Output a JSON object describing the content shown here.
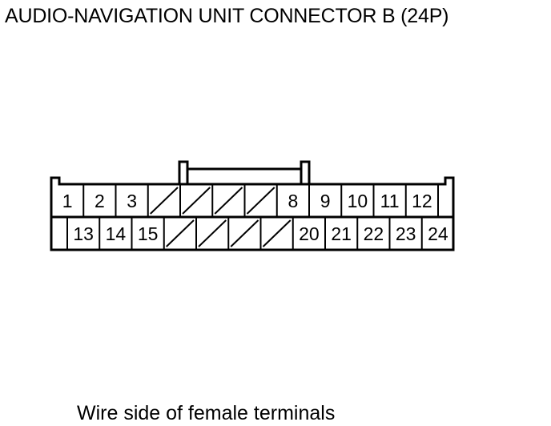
{
  "title": "AUDIO-NAVIGATION UNIT CONNECTOR B (24P)",
  "caption": "Wire side of female terminals",
  "connector": {
    "top_row": [
      "1",
      "2",
      "3",
      "",
      "",
      "",
      "",
      "8",
      "9",
      "10",
      "11",
      "12"
    ],
    "bottom_row": [
      "13",
      "14",
      "15",
      "",
      "",
      "",
      "",
      "20",
      "21",
      "22",
      "23",
      "24"
    ],
    "unused_cavities": [
      "4",
      "5",
      "6",
      "7",
      "16",
      "17",
      "18",
      "19"
    ]
  }
}
